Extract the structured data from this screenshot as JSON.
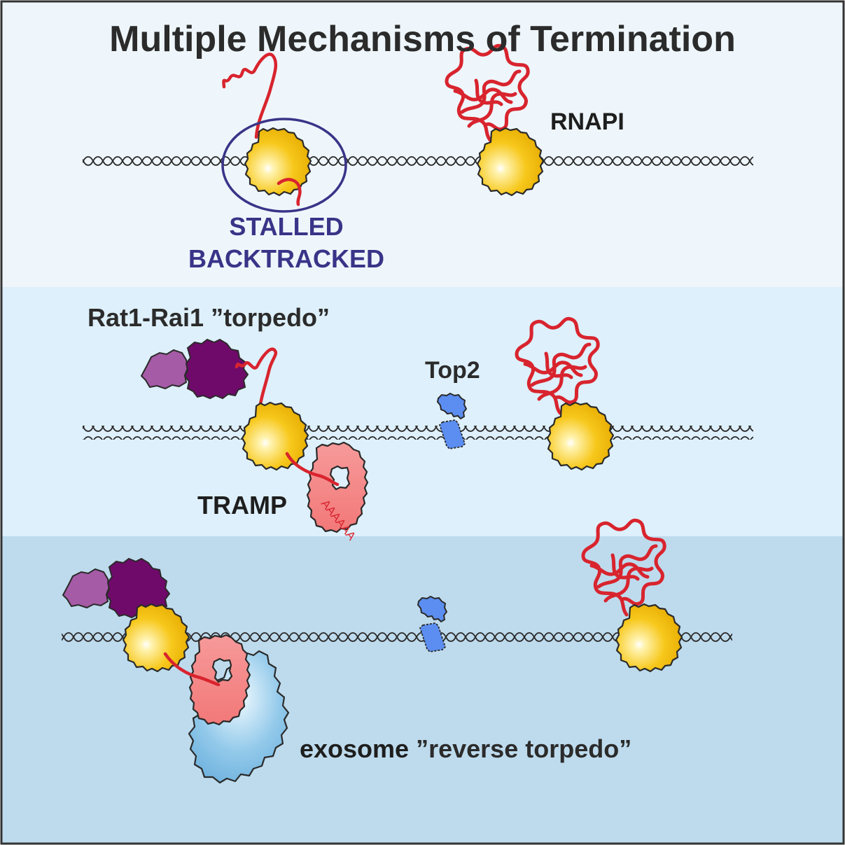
{
  "title": "Multiple Mechanisms of Termination",
  "labels": {
    "rnapi": "RNAPI",
    "stalled": "STALLED",
    "backtracked": "BACKTRACKED",
    "torpedo": "Rat1-Rai1 ”torpedo”",
    "top2": "Top2",
    "tramp": "TRAMP",
    "poly_a": "AAAAAA",
    "exosome": "exosome",
    "reverse_torpedo": "”reverse torpedo”"
  },
  "colors": {
    "panel_top": "#eef6fb",
    "panel_middle": "#def0fb",
    "panel_bottom": "#bedbed",
    "rnapi_fill": "#f5c20e",
    "rna_red": "#d8242e",
    "rat1": "#6f0a6a",
    "rai1": "#a55ba6",
    "tramp": "#f58a8a",
    "top2": "#5b8ef0",
    "exosome": "#8dc6ea",
    "stalled_circle": "#3a3488"
  }
}
